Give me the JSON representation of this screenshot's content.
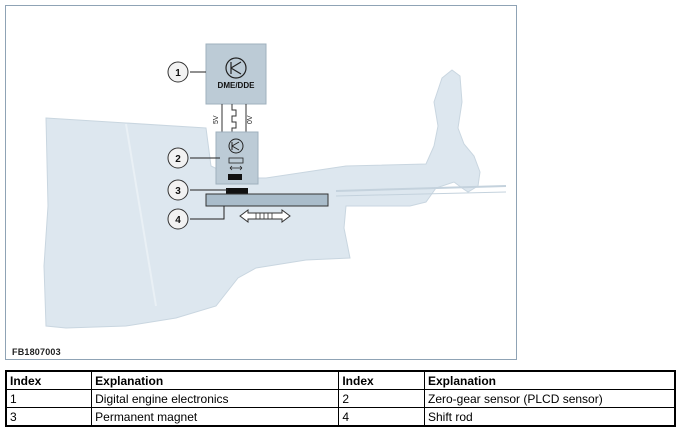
{
  "figure": {
    "code": "FB1807003",
    "module_label": "DME/DDE",
    "voltage_5v": "5V",
    "voltage_0v": "0V",
    "callouts": [
      "1",
      "2",
      "3",
      "4"
    ]
  },
  "table": {
    "headers": [
      "Index",
      "Explanation",
      "Index",
      "Explanation"
    ],
    "rows": [
      [
        "1",
        "Digital engine electronics",
        "2",
        "Zero-gear sensor (PLCD sensor)"
      ],
      [
        "3",
        "Permanent magnet",
        "4",
        "Shift rod"
      ]
    ]
  },
  "colors": {
    "housing": "#dde7ef",
    "module": "#bccbd6",
    "shift_rod": "#a9bcca",
    "magnet": "#111111"
  }
}
